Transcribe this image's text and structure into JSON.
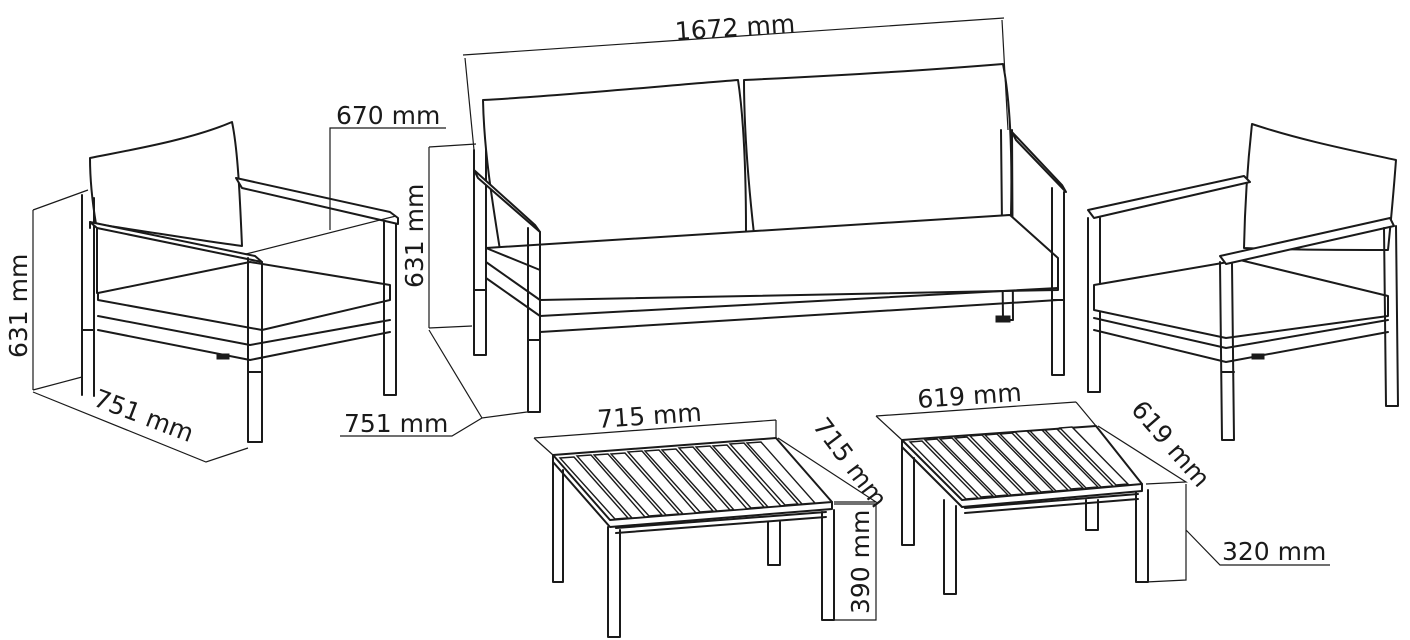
{
  "dimensions": {
    "sofa_width": "1672 mm",
    "sofa_depth": "751 mm",
    "sofa_height": "631 mm",
    "armchair_width": "670 mm",
    "armchair_depth": "751 mm",
    "armchair_height": "631 mm",
    "large_table_width": "715 mm",
    "large_table_depth": "715 mm",
    "large_table_height": "390 mm",
    "small_table_width": "619 mm",
    "small_table_depth": "619 mm",
    "small_table_height": "320 mm"
  }
}
